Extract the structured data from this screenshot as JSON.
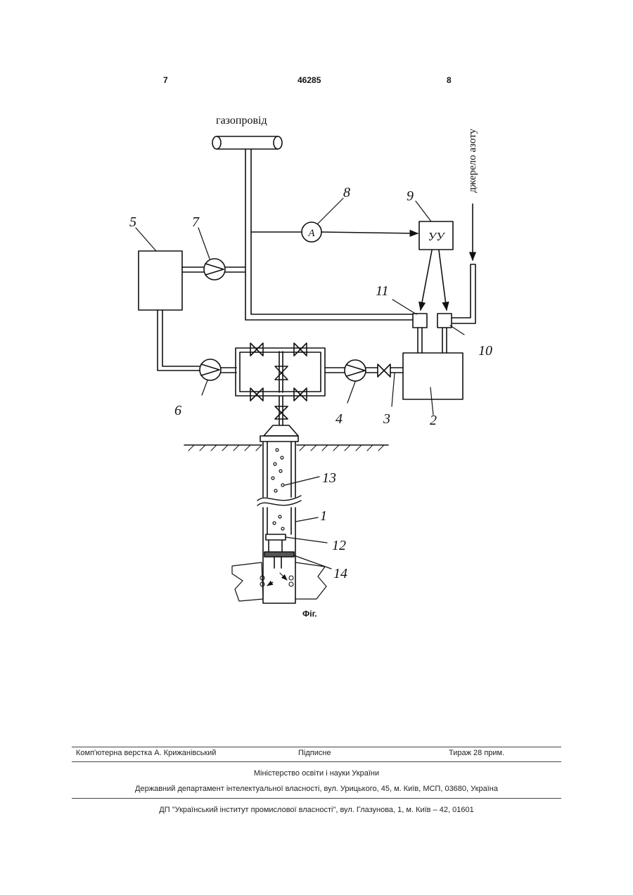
{
  "header": {
    "left_page": "7",
    "patent_number": "46285",
    "right_page": "8"
  },
  "figure": {
    "gas_pipeline_label": "газопровід",
    "nitrogen_source_label": "джерело азоту",
    "meter_symbol": "A",
    "controller_symbol": "УУ",
    "callouts": {
      "n1": "1",
      "n2": "2",
      "n3": "3",
      "n4": "4",
      "n5": "5",
      "n6": "6",
      "n7": "7",
      "n8": "8",
      "n9": "9",
      "n10": "10",
      "n11": "11",
      "n12": "12",
      "n13": "13",
      "n14": "14"
    },
    "caption": "Фіг."
  },
  "imprint": {
    "typesetter": "Комп'ютерна верстка А. Крижанівський",
    "signed": "Підписне",
    "circulation": "Тираж 28 прим.",
    "ministry": "Міністерство освіти і науки України",
    "department": "Державний департамент інтелектуальної власності, вул. Урицького, 45, м. Київ, МСП, 03680, Україна",
    "institute": "ДП \"Український інститут промислової власності\", вул. Глазунова, 1, м. Київ – 42, 01601"
  }
}
